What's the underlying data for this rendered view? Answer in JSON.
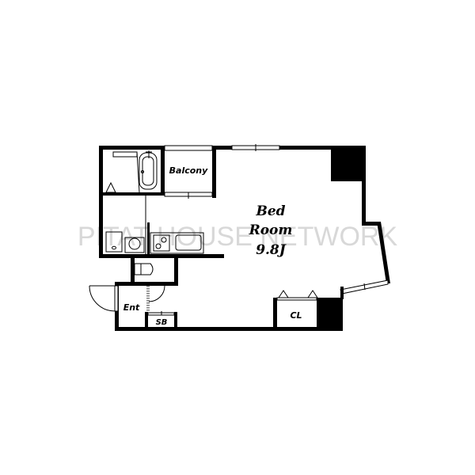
{
  "floor_plan": {
    "rooms": {
      "bedroom": {
        "line1": "Bed",
        "line2": "Room",
        "size": "9.8J"
      },
      "balcony": {
        "label": "Balcony"
      },
      "entrance": {
        "label": "Ent"
      },
      "shoe_box": {
        "label": "SB"
      },
      "closet": {
        "label": "CL"
      }
    },
    "watermark": "PITAT HOUSE NETWORK",
    "colors": {
      "wall": "#000000",
      "background": "#ffffff",
      "watermark": "#d8d8d8"
    }
  }
}
